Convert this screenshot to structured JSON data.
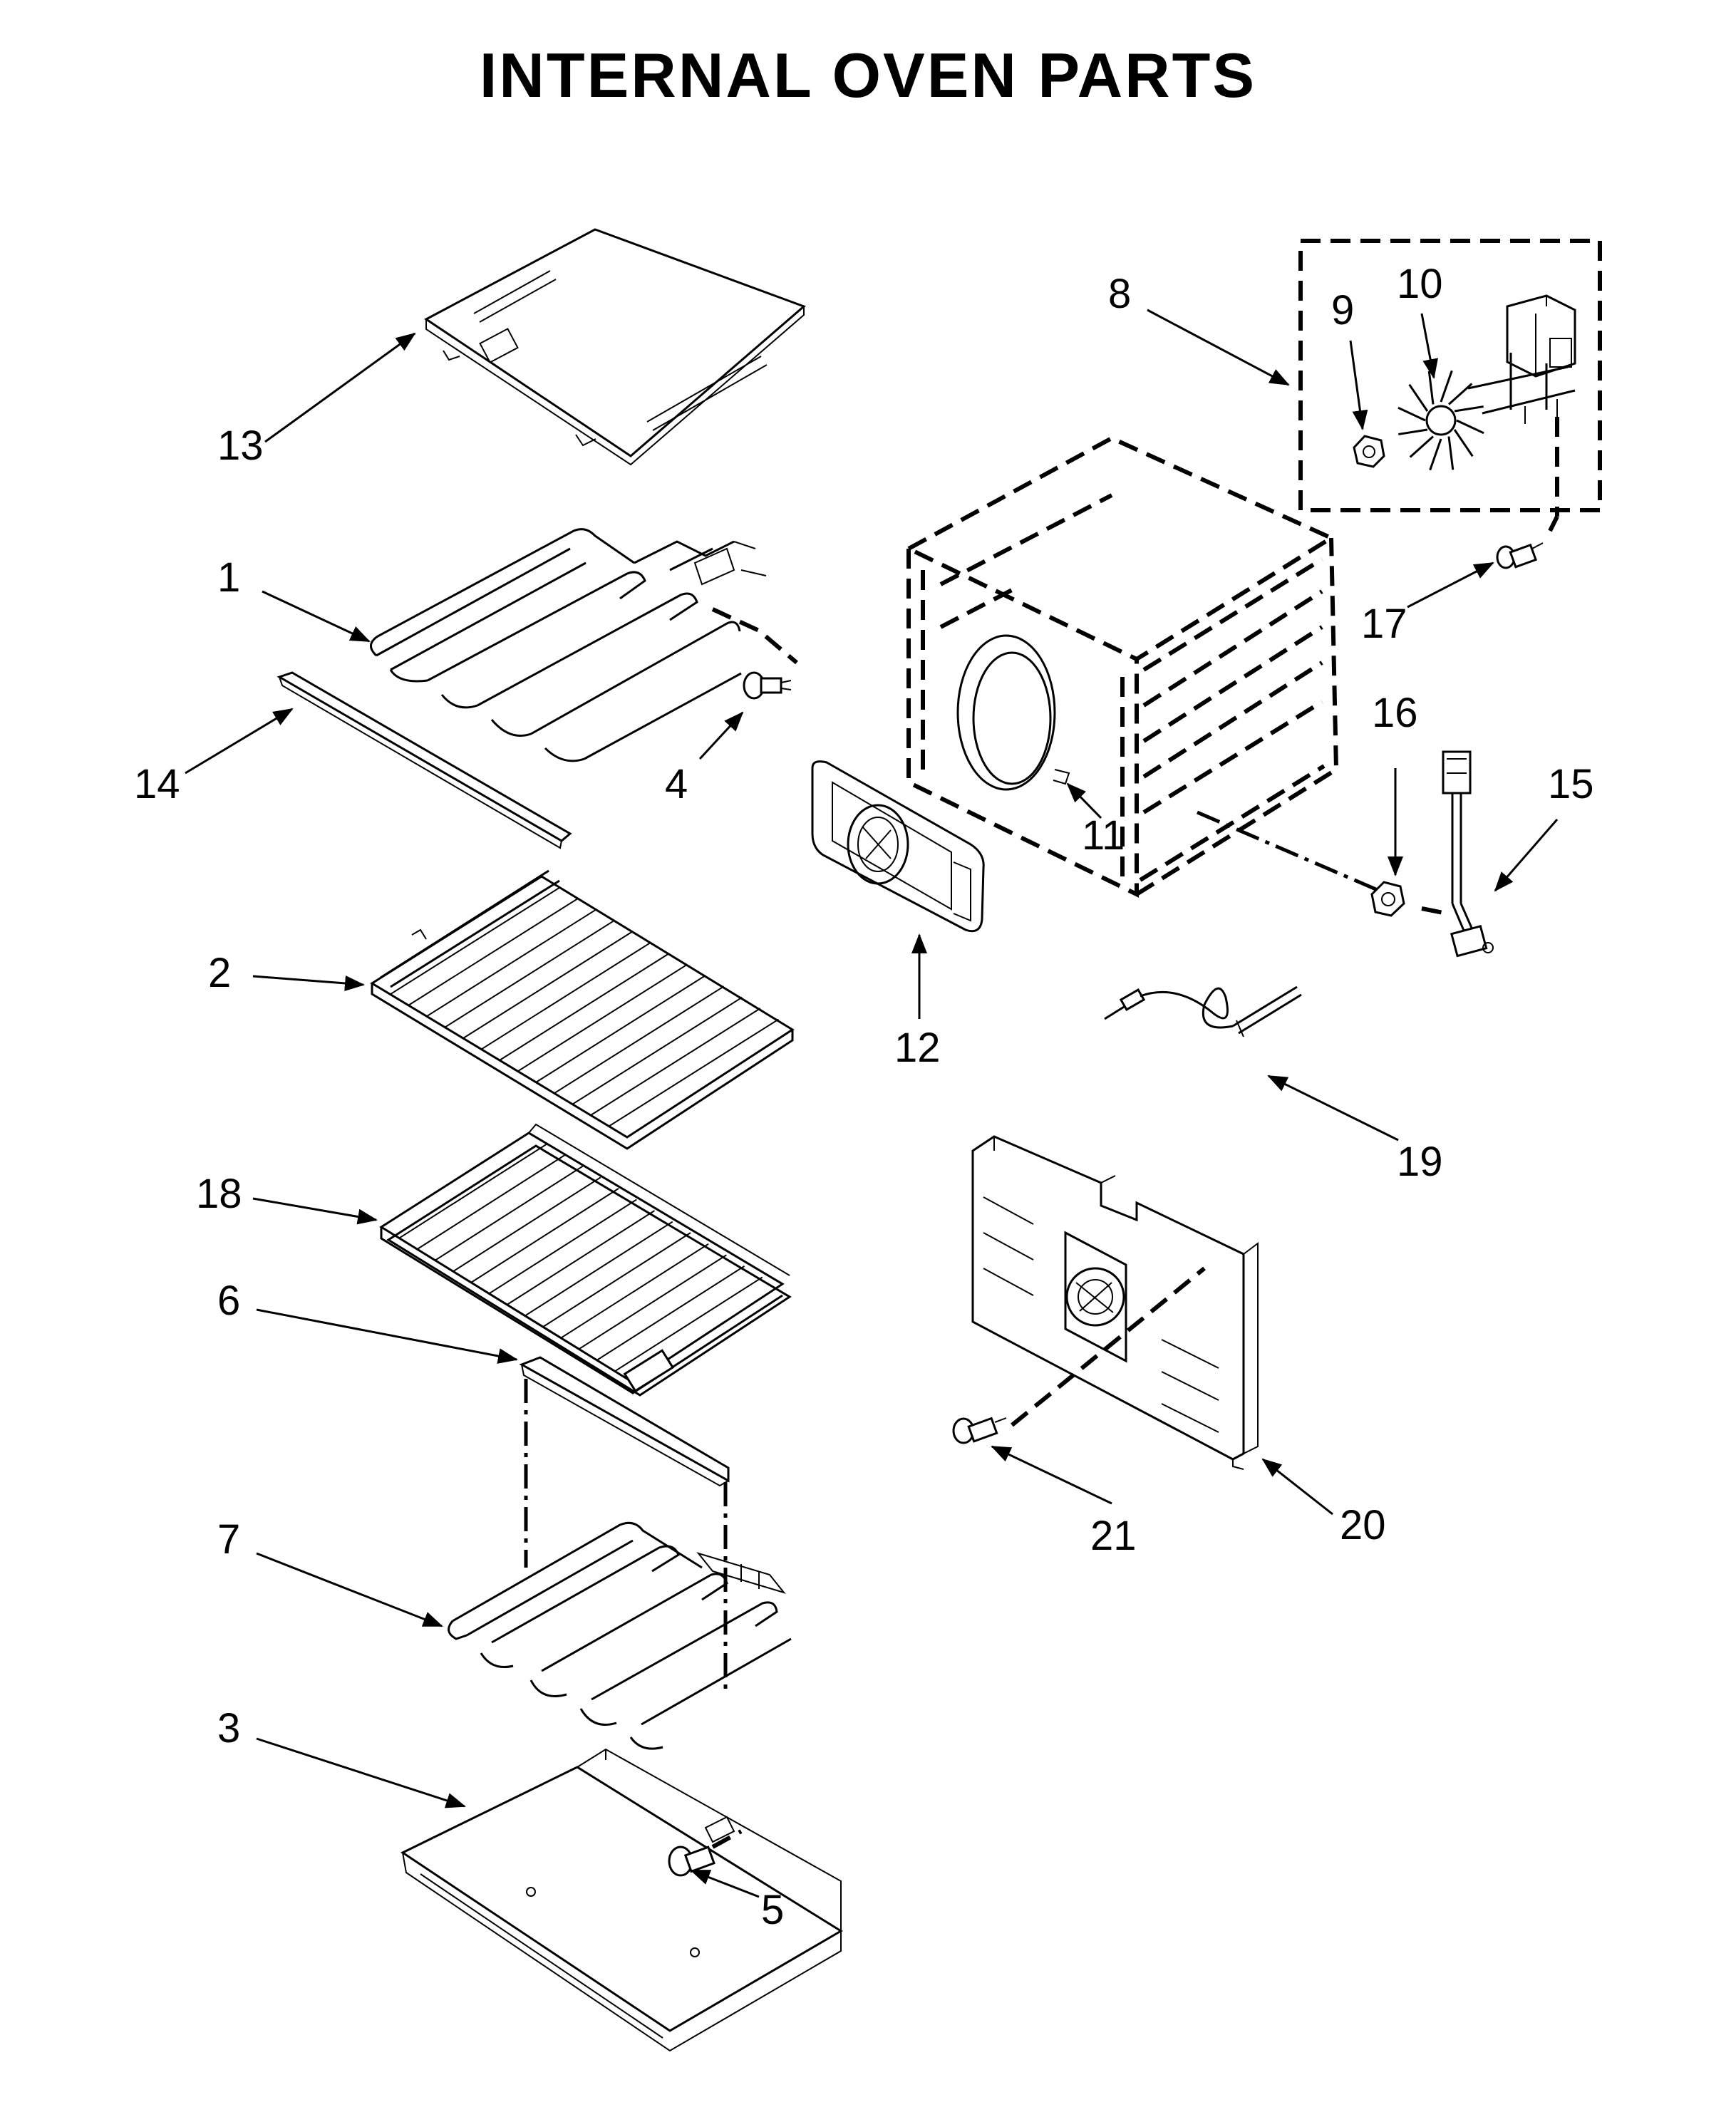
{
  "title": "INTERNAL OVEN PARTS",
  "labels": {
    "p1": "1",
    "p2": "2",
    "p3": "3",
    "p4": "4",
    "p5": "5",
    "p6": "6",
    "p7": "7",
    "p8": "8",
    "p9": "9",
    "p10": "10",
    "p11": "11",
    "p12": "12",
    "p13": "13",
    "p14": "14",
    "p15": "15",
    "p16": "16",
    "p17": "17",
    "p18": "18",
    "p19": "19",
    "p20": "20",
    "p21": "21"
  }
}
